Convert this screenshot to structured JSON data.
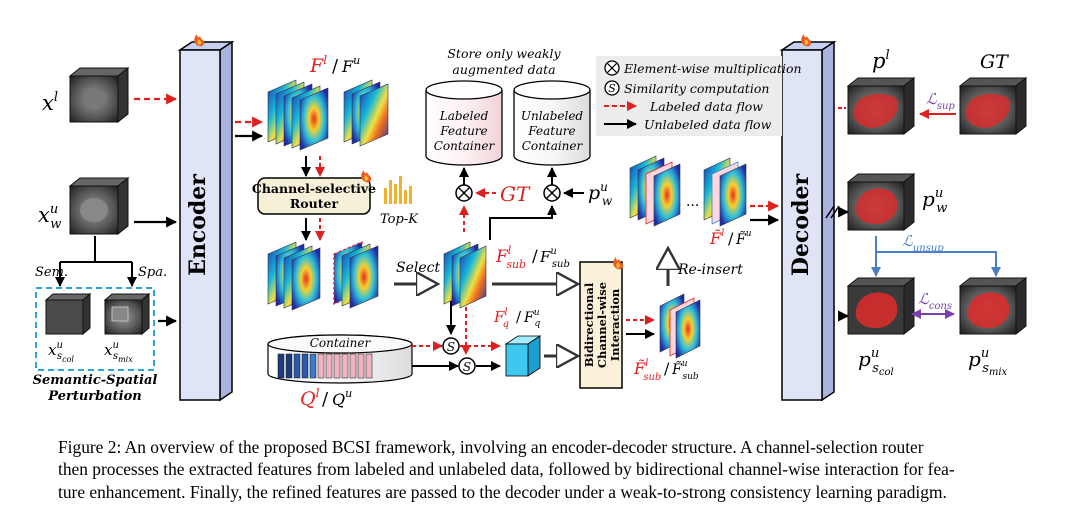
{
  "diagram": {
    "encoder_label": "Encoder",
    "decoder_label": "Decoder",
    "inputs": {
      "x_labeled": "x",
      "x_labeled_sup": "l",
      "x_weak": "x",
      "x_weak_sup": "u",
      "x_weak_sub": "w",
      "sem_label": "Sem.",
      "spa_label": "Spa.",
      "x_col": "x",
      "x_col_sup": "u",
      "x_col_sub": "s",
      "x_col_subsub": "col",
      "x_mix": "x",
      "x_mix_sup": "u",
      "x_mix_sub": "s",
      "x_mix_subsub": "mix",
      "perturbation_line1": "Semantic-Spatial",
      "perturbation_line2": "Perturbation"
    },
    "features": {
      "F_label": "F",
      "F_label_sup": "l",
      "Fu_label": "F",
      "Fu_label_sup": "u",
      "router_line1": "Channel-selective",
      "router_line2": "Router",
      "topk_label": "Top-K",
      "select_label": "Select",
      "container_label": "Container",
      "Q_label": "Q",
      "Q_label_sup": "l",
      "Qu_label": "Q",
      "Qu_label_sup": "u",
      "Fsub_l": "F",
      "Fsub_l_sup": "l",
      "Fsub_l_sub": "sub",
      "Fsub_u": "F",
      "Fsub_u_sup": "u",
      "Fsub_u_sub": "sub",
      "Fq_l": "F",
      "Fq_l_sup": "l",
      "Fq_l_sub": "q",
      "Fq_u": "F",
      "Fq_u_sup": "u",
      "Fq_u_sub": "q",
      "interaction_line1": "Bidirectional",
      "interaction_line2": "Channel-wise",
      "interaction_line3": "Interaction",
      "Ftsub_l": "F̃",
      "Ftsub_l_sup": "l",
      "Ftsub_l_sub": "sub",
      "Ftsub_u": "F̃",
      "Ftsub_u_sup": "u",
      "Ftsub_u_sub": "sub",
      "reinsert_label": "Re-insert",
      "Ft_l": "F̃",
      "Ft_l_sup": "l",
      "Ft_u": "F̃",
      "Ft_u_sup": "u"
    },
    "storage": {
      "note_line1": "Store only weakly",
      "note_line2": "augmented data",
      "labeled_line1": "Labeled",
      "labeled_line2": "Feature",
      "labeled_line3": "Container",
      "unlabeled_line1": "Unlabeled",
      "unlabeled_line2": "Feature",
      "unlabeled_line3": "Container",
      "gt_label": "GT",
      "pw_label": "p",
      "pw_sup": "u",
      "pw_sub": "w"
    },
    "legend": {
      "mult_symbol": "⊗",
      "mult_text": "Element-wise multiplication",
      "sim_symbol": "S",
      "sim_text": "Similarity computation",
      "labeled_flow": "Labeled data flow",
      "unlabeled_flow": "Unlabeled data flow"
    },
    "outputs": {
      "pl": "p",
      "pl_sup": "l",
      "gt": "GT",
      "loss_sup": "ℒ",
      "loss_sup_sub": "sup",
      "pw": "p",
      "pw_sup": "u",
      "pw_sub": "w",
      "loss_unsup": "ℒ",
      "loss_unsup_sub": "unsup",
      "loss_cons": "ℒ",
      "loss_cons_sub": "cons",
      "pcol": "p",
      "pcol_sup": "u",
      "pcol_sub": "s",
      "pcol_subsub": "col",
      "pmix": "p",
      "pmix_sup": "u",
      "pmix_sub": "s",
      "pmix_subsub": "mix"
    },
    "symbols": {
      "mult": "⊗",
      "sim": "S",
      "dots": "..."
    }
  },
  "caption": {
    "line1": "Figure 2: An overview of the proposed BCSI framework, involving an encoder-decoder structure. A channel-selection router",
    "line2": "then processes the extracted features from labeled and unlabeled data, followed by bidirectional channel-wise interaction for fea-",
    "line3": "ture enhancement. Finally, the refined features are passed to the decoder under a weak-to-strong consistency learning paradigm."
  },
  "colors": {
    "labeled_flow": "#e02020",
    "unlabeled_flow": "#000000",
    "unsup_loss": "#4a7fc8",
    "cons_loss": "#7a3fb0",
    "encoder_fill": "#dfe4f7",
    "router_fill": "#f7f0d8",
    "interaction_fill": "#fbf1d8",
    "perturbation_border": "#2aa7d8",
    "mask_red": "#d62c2c"
  }
}
